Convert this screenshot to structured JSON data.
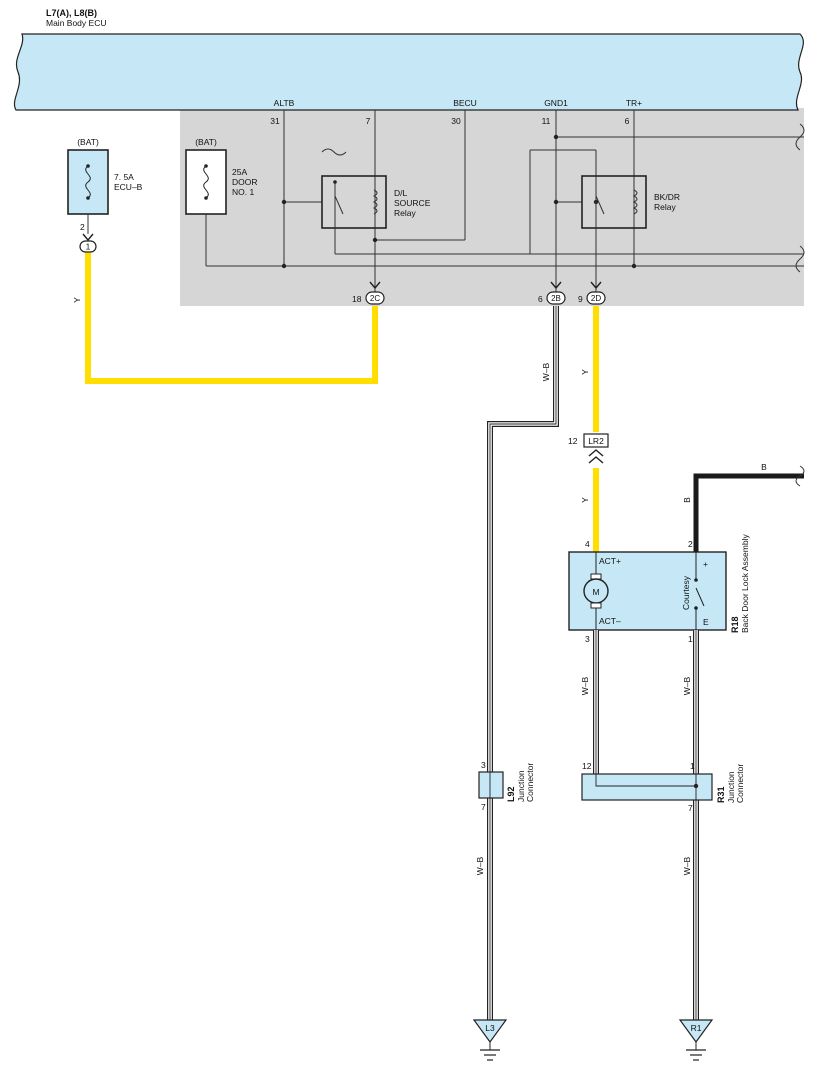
{
  "header": {
    "connectors": "L7(A), L8(B)",
    "component": "Main Body ECU"
  },
  "ecu": {
    "pins": [
      {
        "name": "ALTB",
        "num": "31"
      },
      {
        "name": "",
        "num": "7"
      },
      {
        "name": "BECU",
        "num": "30"
      },
      {
        "name": "GND1",
        "num": "11"
      },
      {
        "name": "TR+",
        "num": "6"
      }
    ],
    "out_pins": [
      {
        "num": "18",
        "code": "2C"
      },
      {
        "num": "6",
        "code": "2B"
      },
      {
        "num": "9",
        "code": "2D"
      }
    ]
  },
  "fuse_ecu_b": {
    "source": "(BAT)",
    "line1": "7. 5A",
    "line2": "ECU–B",
    "pin": "2",
    "connector": "1"
  },
  "fuse_door": {
    "source": "(BAT)",
    "line1": "25A",
    "line2": "DOOR",
    "line3": "NO. 1"
  },
  "relay_dl": {
    "line1": "D/L",
    "line2": "SOURCE",
    "line3": "Relay"
  },
  "relay_bk": {
    "line1": "BK/DR",
    "line2": "Relay"
  },
  "wire_colors": {
    "y_left": "Y",
    "wb_ecu": "W–B",
    "y_ecu": "Y",
    "y_lower": "Y",
    "b_top": "B",
    "b_vert": "B",
    "wb_act": "W–B",
    "wb_e": "W–B",
    "wb_l3": "W–B",
    "wb_r1": "W–B"
  },
  "lr2": {
    "pin": "12",
    "code": "LR2"
  },
  "r18": {
    "code": "R18",
    "name": "Back Door Lock Assembly",
    "pin_act_plus": "4",
    "pin_plus": "2",
    "pin_act_minus": "3",
    "pin_e": "1",
    "label_act_plus": "ACT+",
    "label_act_minus": "ACT–",
    "motor": "M",
    "switch": "Courtesy",
    "sw_plus": "+",
    "sw_e": "E"
  },
  "l92": {
    "code": "L92",
    "line1": "Junction",
    "line2": "Connector",
    "pin_in": "3",
    "pin_out": "7"
  },
  "r31": {
    "code": "R31",
    "line1": "Junction",
    "line2": "Connector",
    "pin_left": "12",
    "pin_right": "1",
    "pin_out": "7"
  },
  "grounds": {
    "left": "L3",
    "right": "R1"
  },
  "colors": {
    "ecu_fill": "#c6e8f6",
    "gray_area": "#d6d6d6",
    "yellow_wire": "#ffde00",
    "black_wire": "#1a1a1a"
  }
}
